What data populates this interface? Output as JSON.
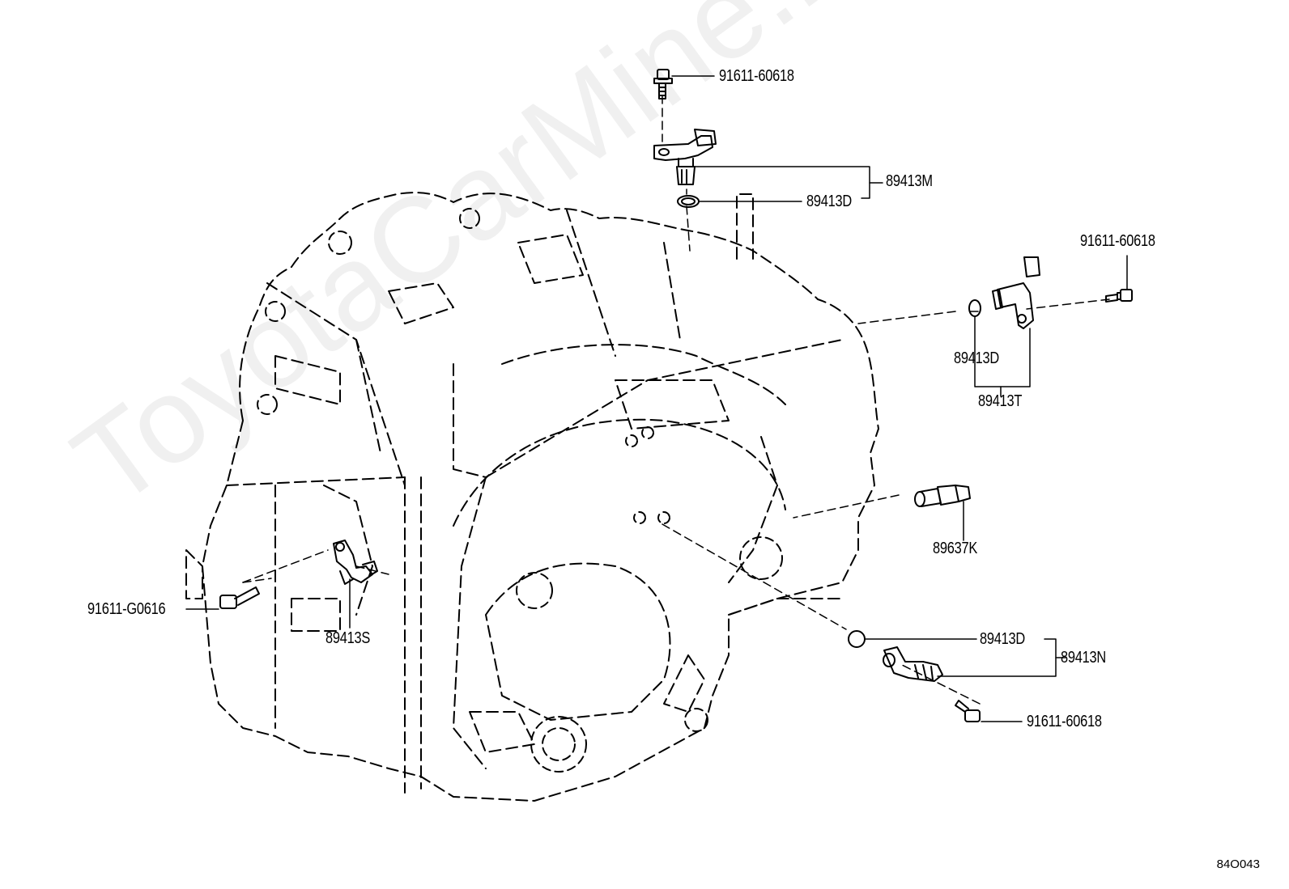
{
  "diagram": {
    "watermark": "ToyotaCarMine.ru",
    "figure_code": "84O043",
    "labels": {
      "bolt_top": "91611-60618",
      "sensor_top_assy": "89413M",
      "oring_top": "89413D",
      "bolt_right": "91611-60618",
      "oring_right": "89413D",
      "sensor_right_assy": "89413T",
      "pressure_switch": "89637K",
      "bolt_left": "91611-G0616",
      "sensor_left": "89413S",
      "oring_bottom": "89413D",
      "sensor_bottom_assy": "89413N",
      "bolt_bottom": "91611-60618"
    }
  }
}
